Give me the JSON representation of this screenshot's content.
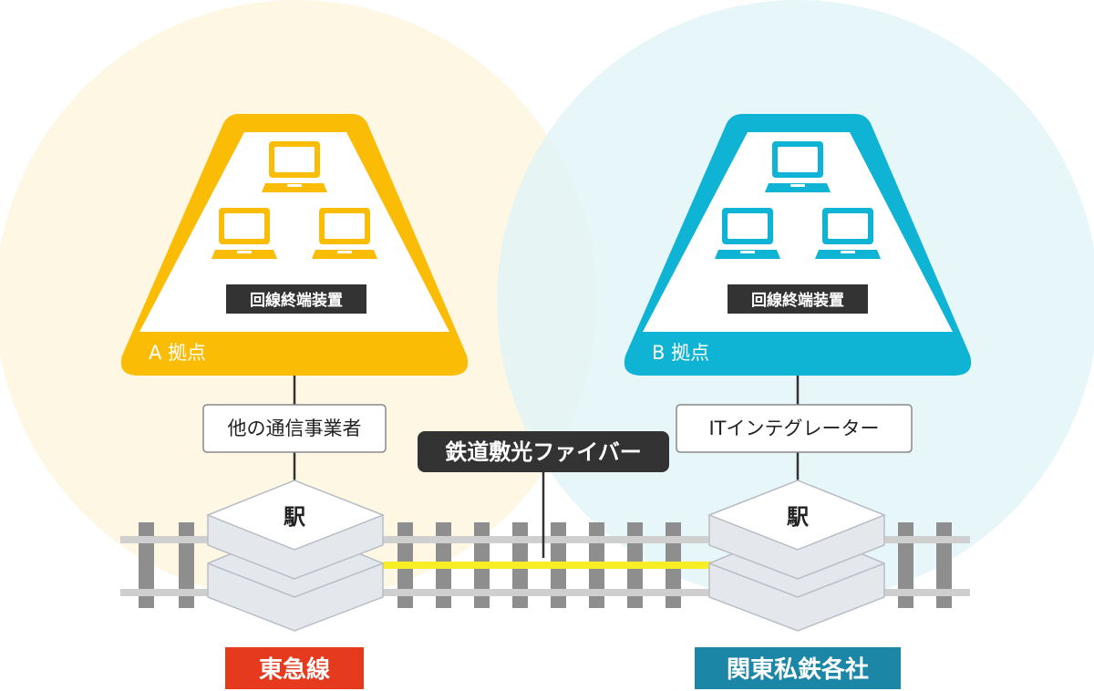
{
  "colors": {
    "site_a": "#fbbc05",
    "site_b": "#0fb3d3",
    "circle_a": "#fdf7e3",
    "circle_b": "#e1f4f8",
    "fiber": "#f7ee26",
    "dark_label": "#333333",
    "line_a_badge": "#e63a1e",
    "line_b_badge": "#1b86a6"
  },
  "site_a": {
    "label": "A 拠点",
    "terminal_label": "回線終端装置",
    "carrier_label": "他の通信事業者",
    "station_label": "駅",
    "railway_label": "東急線",
    "icons": [
      "laptop-icon",
      "laptop-icon",
      "laptop-icon"
    ]
  },
  "site_b": {
    "label": "B 拠点",
    "terminal_label": "回線終端装置",
    "carrier_label": "ITインテグレーター",
    "station_label": "駅",
    "railway_label": "関東私鉄各社",
    "icons": [
      "laptop-icon",
      "laptop-icon",
      "laptop-icon"
    ]
  },
  "fiber": {
    "label": "鉄道敷光ファイバー"
  }
}
